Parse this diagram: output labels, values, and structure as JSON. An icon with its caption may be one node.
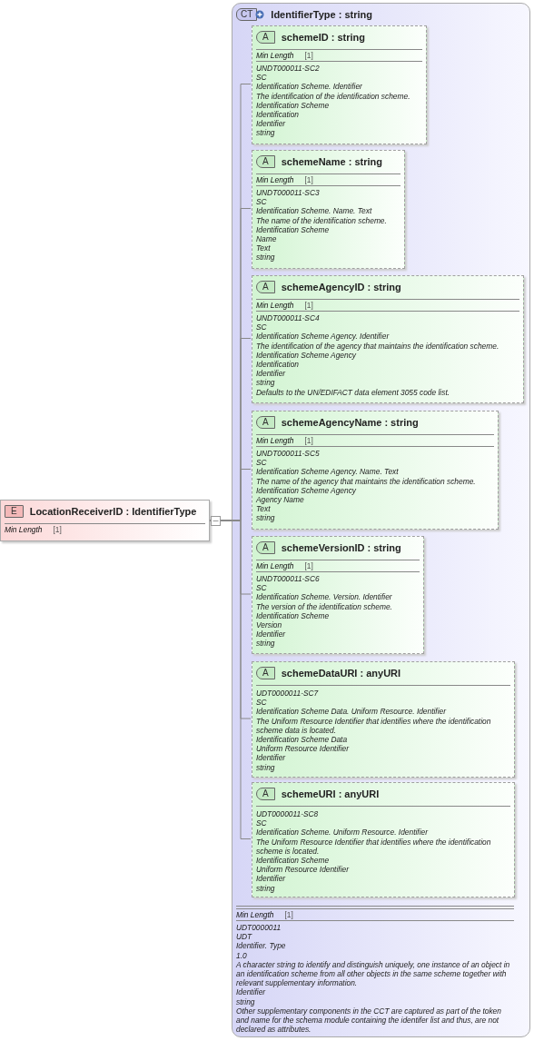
{
  "diagram": {
    "nodes": [
      {
        "text": [
          "E",
          "LocationReceiverID : IdentifierType",
          "Min Length",
          "[1]"
        ]
      },
      {
        "text": [
          "CT",
          "IdentifierType : string",
          "Min Length",
          "[1]",
          "UDT0000011",
          "UDT",
          "Identifier. Type",
          "1.0",
          "A character string to identify and distinguish uniquely, one instance of an object in an identification scheme from all other objects in the same scheme together with relevant supplementary information.",
          "Identifier",
          "string",
          "Other supplementary components in the CCT are captured as part of the token and name for the schema module containing the identifer list and thus, are not declared as attributes."
        ]
      },
      {
        "text": [
          "A",
          "schemeID : string",
          "Min Length",
          "[1]",
          "UNDT000011-SC2",
          "SC",
          "Identification Scheme. Identifier",
          "The identification of the identification scheme.",
          "Identification Scheme",
          "Identification",
          "Identifier",
          "string"
        ],
        "in": 1
      },
      {
        "text": [
          "A",
          "schemeName : string",
          "Min Length",
          "[1]",
          "UNDT000011-SC3",
          "SC",
          "Identification Scheme. Name. Text",
          "The name of the identification scheme.",
          "Identification Scheme",
          "Name",
          "Text",
          "string"
        ],
        "in": 1
      },
      {
        "text": [
          "A",
          "schemeAgencyID : string",
          "Min Length",
          "[1]",
          "UNDT000011-SC4",
          "SC",
          "Identification Scheme Agency. Identifier",
          "The identification of the agency that maintains the identification scheme.",
          "Identification Scheme Agency",
          "Identification",
          "Identifier",
          "string",
          "Defaults to the UN/EDIFACT data element 3055 code list."
        ],
        "in": 1
      },
      {
        "text": [
          "A",
          "schemeAgencyName : string",
          "Min Length",
          "[1]",
          "UNDT000011-SC5",
          "SC",
          "Identification Scheme Agency. Name. Text",
          "The name of the agency that maintains the identification scheme.",
          "Identification Scheme Agency",
          "Agency Name",
          "Text",
          "string"
        ],
        "in": 1
      },
      {
        "text": [
          "A",
          "schemeVersionID : string",
          "Min Length",
          "[1]",
          "UNDT000011-SC6",
          "SC",
          "Identification Scheme. Version. Identifier",
          "The version of the identification scheme.",
          "Identification Scheme",
          "Version",
          "Identifier",
          "string"
        ],
        "in": 1
      },
      {
        "text": [
          "A",
          "schemeDataURI : anyURI",
          "UDT0000011-SC7",
          "SC",
          "Identification Scheme Data. Uniform Resource. Identifier",
          "The Uniform Resource Identifier that identifies where the identification scheme data is located.",
          "Identification Scheme Data",
          "Uniform Resource Identifier",
          "Identifier",
          "string"
        ],
        "in": 1
      },
      {
        "text": [
          "A",
          "schemeURI : anyURI",
          "UDT0000011-SC8",
          "SC",
          "Identification Scheme. Uniform Resource. Identifier",
          "The Uniform Resource Identifier that identifies where the identification scheme is located.",
          "Identification Scheme",
          "Uniform Resource Identifier",
          "Identifier",
          "string"
        ],
        "in": 1
      }
    ],
    "edges": [
      {
        "from": 0,
        "to": 2,
        "arrow": "none"
      },
      {
        "from": 0,
        "to": 3,
        "arrow": "none"
      },
      {
        "from": 0,
        "to": 4,
        "arrow": "none"
      },
      {
        "from": 0,
        "to": 5,
        "arrow": "none"
      },
      {
        "from": 0,
        "to": 6,
        "arrow": "none"
      },
      {
        "from": 0,
        "to": 7,
        "arrow": "none"
      },
      {
        "from": 0,
        "to": 8,
        "arrow": "none"
      }
    ]
  }
}
